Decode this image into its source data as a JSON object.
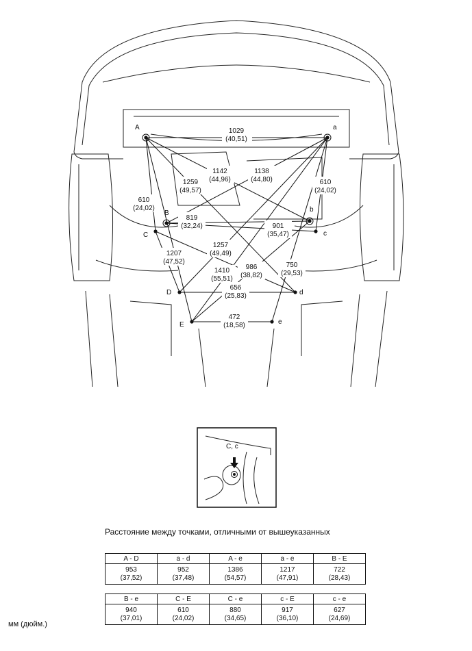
{
  "points": {
    "A": "A",
    "a": "a",
    "B": "B",
    "b": "b",
    "C": "C",
    "c": "c",
    "D": "D",
    "d": "d",
    "E": "E",
    "e": "e"
  },
  "measurements": [
    {
      "mm": "1029",
      "inch": "(40,51)"
    },
    {
      "mm": "1142",
      "inch": "(44,96)"
    },
    {
      "mm": "1138",
      "inch": "(44,80)"
    },
    {
      "mm": "1259",
      "inch": "(49,57)"
    },
    {
      "mm": "610",
      "inch": "(24,02)"
    },
    {
      "mm": "610",
      "inch": "(24,02)"
    },
    {
      "mm": "819",
      "inch": "(32,24)"
    },
    {
      "mm": "901",
      "inch": "(35,47)"
    },
    {
      "mm": "1207",
      "inch": "(47,52)"
    },
    {
      "mm": "1257",
      "inch": "(49,49)"
    },
    {
      "mm": "1410",
      "inch": "(55,51)"
    },
    {
      "mm": "986",
      "inch": "(38,82)"
    },
    {
      "mm": "750",
      "inch": "(29,53)"
    },
    {
      "mm": "656",
      "inch": "(25,83)"
    },
    {
      "mm": "472",
      "inch": "(18,58)"
    }
  ],
  "inset": {
    "label": "C, c"
  },
  "caption": "Расстояние между точками, отличными от вышеуказанных",
  "table1": {
    "headers": [
      "A - D",
      "a - d",
      "A - e",
      "a - e",
      "B - E"
    ],
    "values": [
      {
        "mm": "953",
        "inch": "(37,52)"
      },
      {
        "mm": "952",
        "inch": "(37,48)"
      },
      {
        "mm": "1386",
        "inch": "(54,57)"
      },
      {
        "mm": "1217",
        "inch": "(47,91)"
      },
      {
        "mm": "722",
        "inch": "(28,43)"
      }
    ]
  },
  "table2": {
    "headers": [
      "B - e",
      "C - E",
      "C - e",
      "c - E",
      "c - e"
    ],
    "values": [
      {
        "mm": "940",
        "inch": "(37,01)"
      },
      {
        "mm": "610",
        "inch": "(24,02)"
      },
      {
        "mm": "880",
        "inch": "(34,65)"
      },
      {
        "mm": "917",
        "inch": "(36,10)"
      },
      {
        "mm": "627",
        "inch": "(24,69)"
      }
    ]
  },
  "units": "мм (дюйм.)"
}
